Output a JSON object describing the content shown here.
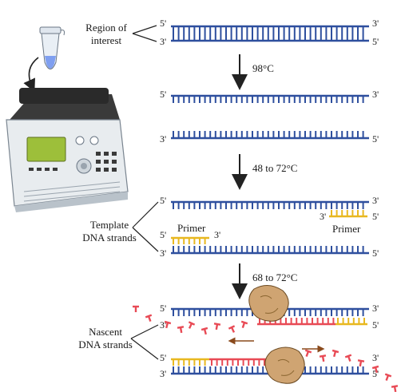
{
  "labels": {
    "region_of_interest": [
      "Region of",
      "interest"
    ],
    "template_dna_strands": [
      "Template",
      "DNA strands"
    ],
    "nascent_dna_strands": [
      "Nascent",
      "DNA strands"
    ],
    "primer": "Primer",
    "five_prime": "5'",
    "three_prime": "3'"
  },
  "steps": {
    "denature": "98°C",
    "anneal": "48 to 72°C",
    "extend": "68 to 72°C"
  },
  "colors": {
    "template_strand": "#2e4f9e",
    "primer": "#e8b820",
    "nascent_strand": "#e84a55",
    "polymerase": "#c8a06a",
    "arrow": "#222222"
  }
}
